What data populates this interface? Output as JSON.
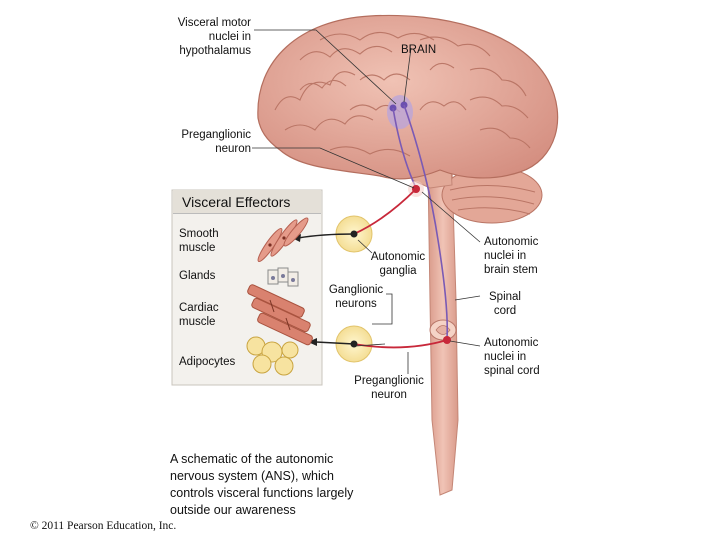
{
  "labels": {
    "visceral_motor": "Visceral motor\nnuclei in\nhypothalamus",
    "brain": "BRAIN",
    "preganglionic_top": "Preganglionic\nneuron",
    "autonomic_ganglia": "Autonomic\nganglia",
    "ganglionic_neurons": "Ganglionic\nneurons",
    "preganglionic_bottom": "Preganglionic\nneuron",
    "autonomic_brain_stem": "Autonomic\nnuclei in\nbrain stem",
    "spinal_cord": "Spinal\ncord",
    "autonomic_spinal_cord": "Autonomic\nnuclei in\nspinal cord"
  },
  "effectors": {
    "title": "Visceral Effectors",
    "items": [
      "Smooth\nmuscle",
      "Glands",
      "Cardiac\nmuscle",
      "Adipocytes"
    ]
  },
  "caption": "A schematic of the autonomic\nnervous system (ANS), which\ncontrols visceral functions largely\noutside our awareness",
  "copyright": "© 2011 Pearson Education, Inc.",
  "colors": {
    "brain": "#e2a89a",
    "cord": "#e8b3a3",
    "preganglionic": "#c8283a",
    "descending": "#7a5ab5",
    "ganglion": "#fbe7a8",
    "panel": "#f3f1ed"
  }
}
